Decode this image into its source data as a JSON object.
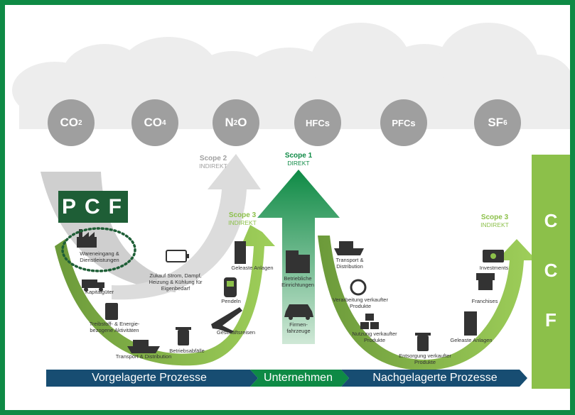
{
  "gases": [
    {
      "name": "CO",
      "sub": "2"
    },
    {
      "name": "CO",
      "sub": "4"
    },
    {
      "name": "N",
      "sub": "2",
      "suffix": "O"
    },
    {
      "name": "HFCs",
      "sub": ""
    },
    {
      "name": "PFCs",
      "sub": ""
    },
    {
      "name": "SF",
      "sub": "6"
    }
  ],
  "scope2": {
    "title": "Scope 2",
    "sub": "INDIREKT"
  },
  "scope1": {
    "title": "Scope 1",
    "sub": "DIREKT"
  },
  "scope3_left": {
    "title": "Scope 3",
    "sub": "INDIREKT"
  },
  "scope3_right": {
    "title": "Scope 3",
    "sub": "INDIREKT"
  },
  "pcf": "PCF",
  "ccf": [
    "C",
    "C",
    "F"
  ],
  "labels": {
    "wareneingang": "Wareneingang & Dienstleistungen",
    "kapitalgueter": "Kapitalgüter",
    "treibstoff": "Treibstoff- & Energie-bezogene Aktivitäten",
    "transport_up": "Transport & Distribution",
    "betriebsabfaelle": "Betriebsabfälle",
    "geschaeftsreisen": "Geschäftsreisen",
    "pendeln": "Pendeln",
    "geleaste_up": "Geleaste Anlagen",
    "zukauf": "Zukauf Strom, Dampf, Heizung & Kühlung für Eigenbedarf",
    "betriebliche": "Betriebliche Einrichtungen",
    "firmen": "Firmen-fahrzeuge",
    "transport_down": "Transport & Distribution",
    "verarbeitung": "Verarbeitung verkaufter Produkte",
    "nutzung": "Nutzung verkaufter Produkte",
    "entsorgung": "Entsorgung verkaufter Produkte",
    "geleaste_down": "Geleaste Anlagen",
    "franchises": "Franchises",
    "investments": "Investments"
  },
  "process_bar": {
    "upstream": "Vorgelagerte Prozesse",
    "company": "Unternehmen",
    "downstream": "Nachgelagerte Prozesse"
  },
  "colors": {
    "frame": "#0e8a45",
    "pcf": "#1e5e36",
    "green_light": "#8cc04a",
    "green_dark": "#0e8a45",
    "bar_blue": "#174d72",
    "bar_green": "#0e8a45",
    "gas": "#9f9f9f"
  }
}
